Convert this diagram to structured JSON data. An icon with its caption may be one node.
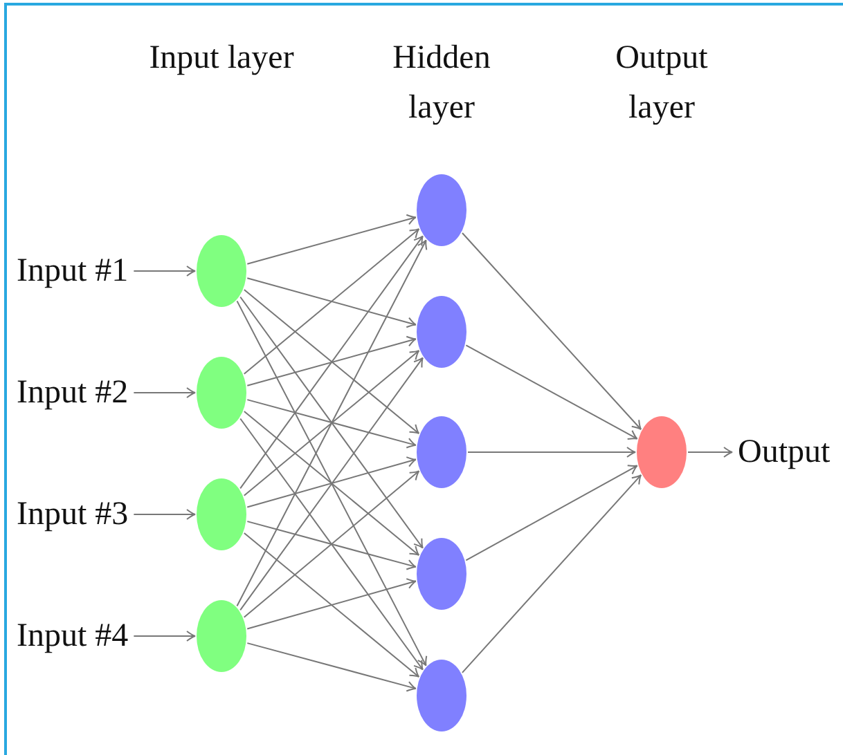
{
  "diagram": {
    "nodes": [
      {
        "text": [
          "Input #1"
        ]
      },
      {
        "text": [
          "Input #2"
        ]
      },
      {
        "text": [
          "Input #3"
        ]
      },
      {
        "text": [
          "Input #4"
        ]
      },
      {
        "text": [],
        "shape": "circle"
      },
      {
        "text": [],
        "shape": "circle"
      },
      {
        "text": [],
        "shape": "circle"
      },
      {
        "text": [],
        "shape": "circle"
      },
      {
        "text": [],
        "shape": "circle"
      },
      {
        "text": [],
        "shape": "circle"
      },
      {
        "text": [],
        "shape": "circle"
      },
      {
        "text": [],
        "shape": "circle"
      },
      {
        "text": [],
        "shape": "circle"
      },
      {
        "text": [],
        "shape": "circle"
      },
      {
        "text": [
          "Output"
        ]
      }
    ],
    "edges": [
      {
        "from": 0,
        "to": 4,
        "arrow": "to"
      },
      {
        "from": 1,
        "to": 5,
        "arrow": "to"
      },
      {
        "from": 2,
        "to": 6,
        "arrow": "to"
      },
      {
        "from": 3,
        "to": 7,
        "arrow": "to"
      },
      {
        "from": 4,
        "to": 8,
        "arrow": "to"
      },
      {
        "from": 4,
        "to": 9,
        "arrow": "to"
      },
      {
        "from": 4,
        "to": 10,
        "arrow": "to"
      },
      {
        "from": 4,
        "to": 11,
        "arrow": "to"
      },
      {
        "from": 4,
        "to": 12,
        "arrow": "to"
      },
      {
        "from": 5,
        "to": 8,
        "arrow": "to"
      },
      {
        "from": 5,
        "to": 9,
        "arrow": "to"
      },
      {
        "from": 5,
        "to": 10,
        "arrow": "to"
      },
      {
        "from": 5,
        "to": 11,
        "arrow": "to"
      },
      {
        "from": 5,
        "to": 12,
        "arrow": "to"
      },
      {
        "from": 6,
        "to": 8,
        "arrow": "to"
      },
      {
        "from": 6,
        "to": 9,
        "arrow": "to"
      },
      {
        "from": 6,
        "to": 10,
        "arrow": "to"
      },
      {
        "from": 6,
        "to": 11,
        "arrow": "to"
      },
      {
        "from": 6,
        "to": 12,
        "arrow": "to"
      },
      {
        "from": 7,
        "to": 8,
        "arrow": "to"
      },
      {
        "from": 7,
        "to": 9,
        "arrow": "to"
      },
      {
        "from": 7,
        "to": 10,
        "arrow": "to"
      },
      {
        "from": 7,
        "to": 11,
        "arrow": "to"
      },
      {
        "from": 7,
        "to": 12,
        "arrow": "to"
      },
      {
        "from": 8,
        "to": 13,
        "arrow": "to"
      },
      {
        "from": 9,
        "to": 13,
        "arrow": "to"
      },
      {
        "from": 10,
        "to": 13,
        "arrow": "to"
      },
      {
        "from": 11,
        "to": 13,
        "arrow": "to"
      },
      {
        "from": 12,
        "to": 13,
        "arrow": "to"
      },
      {
        "from": 13,
        "to": 14,
        "arrow": "to"
      }
    ],
    "labels": [
      "Input layer",
      "Hidden layer",
      "Output layer"
    ]
  }
}
